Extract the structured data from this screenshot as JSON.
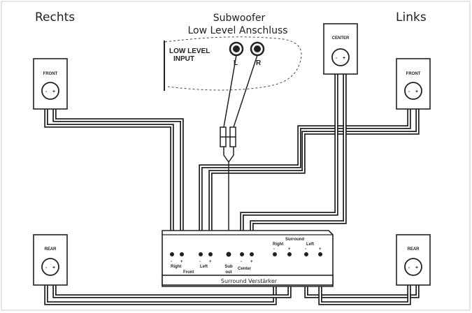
{
  "header": {
    "left_title": "Rechts",
    "right_title": "Links",
    "sub_title_1": "Subwoofer",
    "sub_title_2": "Low Level Anschluss"
  },
  "subwoofer_panel": {
    "line1": "LOW LEVEL",
    "line2": "INPUT",
    "jack_left": "L",
    "jack_right": "R"
  },
  "speakers": {
    "front_right": "FRONT",
    "front_left": "FRONT",
    "center": "CENTER",
    "rear_right": "REAR",
    "rear_left": "REAR",
    "minus": "-",
    "plus": "+"
  },
  "amplifier": {
    "front_right": "Right",
    "front_left": "Left",
    "front_group": "Front",
    "sub_1": "Sub",
    "sub_2": "out",
    "center": "Center",
    "surround_group": "Surround",
    "surround_right": "Right",
    "surround_left": "Left",
    "minus": "-",
    "plus": "+",
    "name": "Surround Verstärker"
  }
}
